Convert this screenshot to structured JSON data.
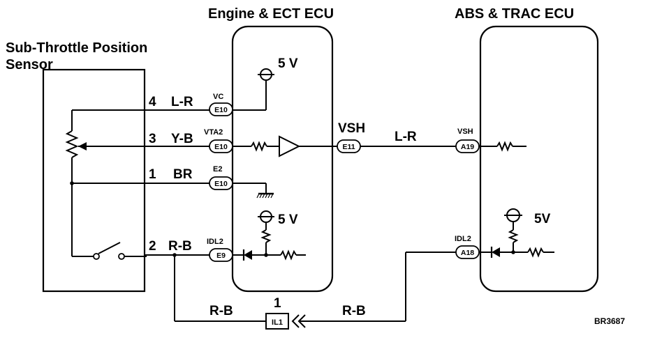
{
  "titles": {
    "engine_ecu": "Engine & ECT ECU",
    "abs_ecu": "ABS & TRAC ECU",
    "sensor_line1": "Sub-Throttle Position",
    "sensor_line2": "Sensor"
  },
  "wires": {
    "w4": {
      "pin": "4",
      "color": "L-R"
    },
    "w3": {
      "pin": "3",
      "color": "Y-B"
    },
    "w1": {
      "pin": "1",
      "color": "BR"
    },
    "w2": {
      "pin": "2",
      "color": "R-B"
    },
    "vsh_line": "L-R",
    "bottom_left": "R-B",
    "bottom_right": "R-B"
  },
  "terminals": {
    "vc": {
      "name": "VC",
      "connector": "E10"
    },
    "vta2": {
      "name": "VTA2",
      "connector": "E10"
    },
    "e2": {
      "name": "E2",
      "connector": "E10"
    },
    "idl2_engine": {
      "name": "IDL2",
      "connector": "E9"
    },
    "vsh_engine": {
      "name": "VSH",
      "connector": "E11"
    },
    "vsh_abs": {
      "name": "VSH",
      "connector": "A19"
    },
    "idl2_abs": {
      "name": "IDL2",
      "connector": "A18"
    }
  },
  "supplies": {
    "engine_top": "5 V",
    "engine_bottom": "5 V",
    "abs": "5V"
  },
  "junction": {
    "number": "1",
    "connector": "IL1"
  },
  "figure_code": "BR3687"
}
